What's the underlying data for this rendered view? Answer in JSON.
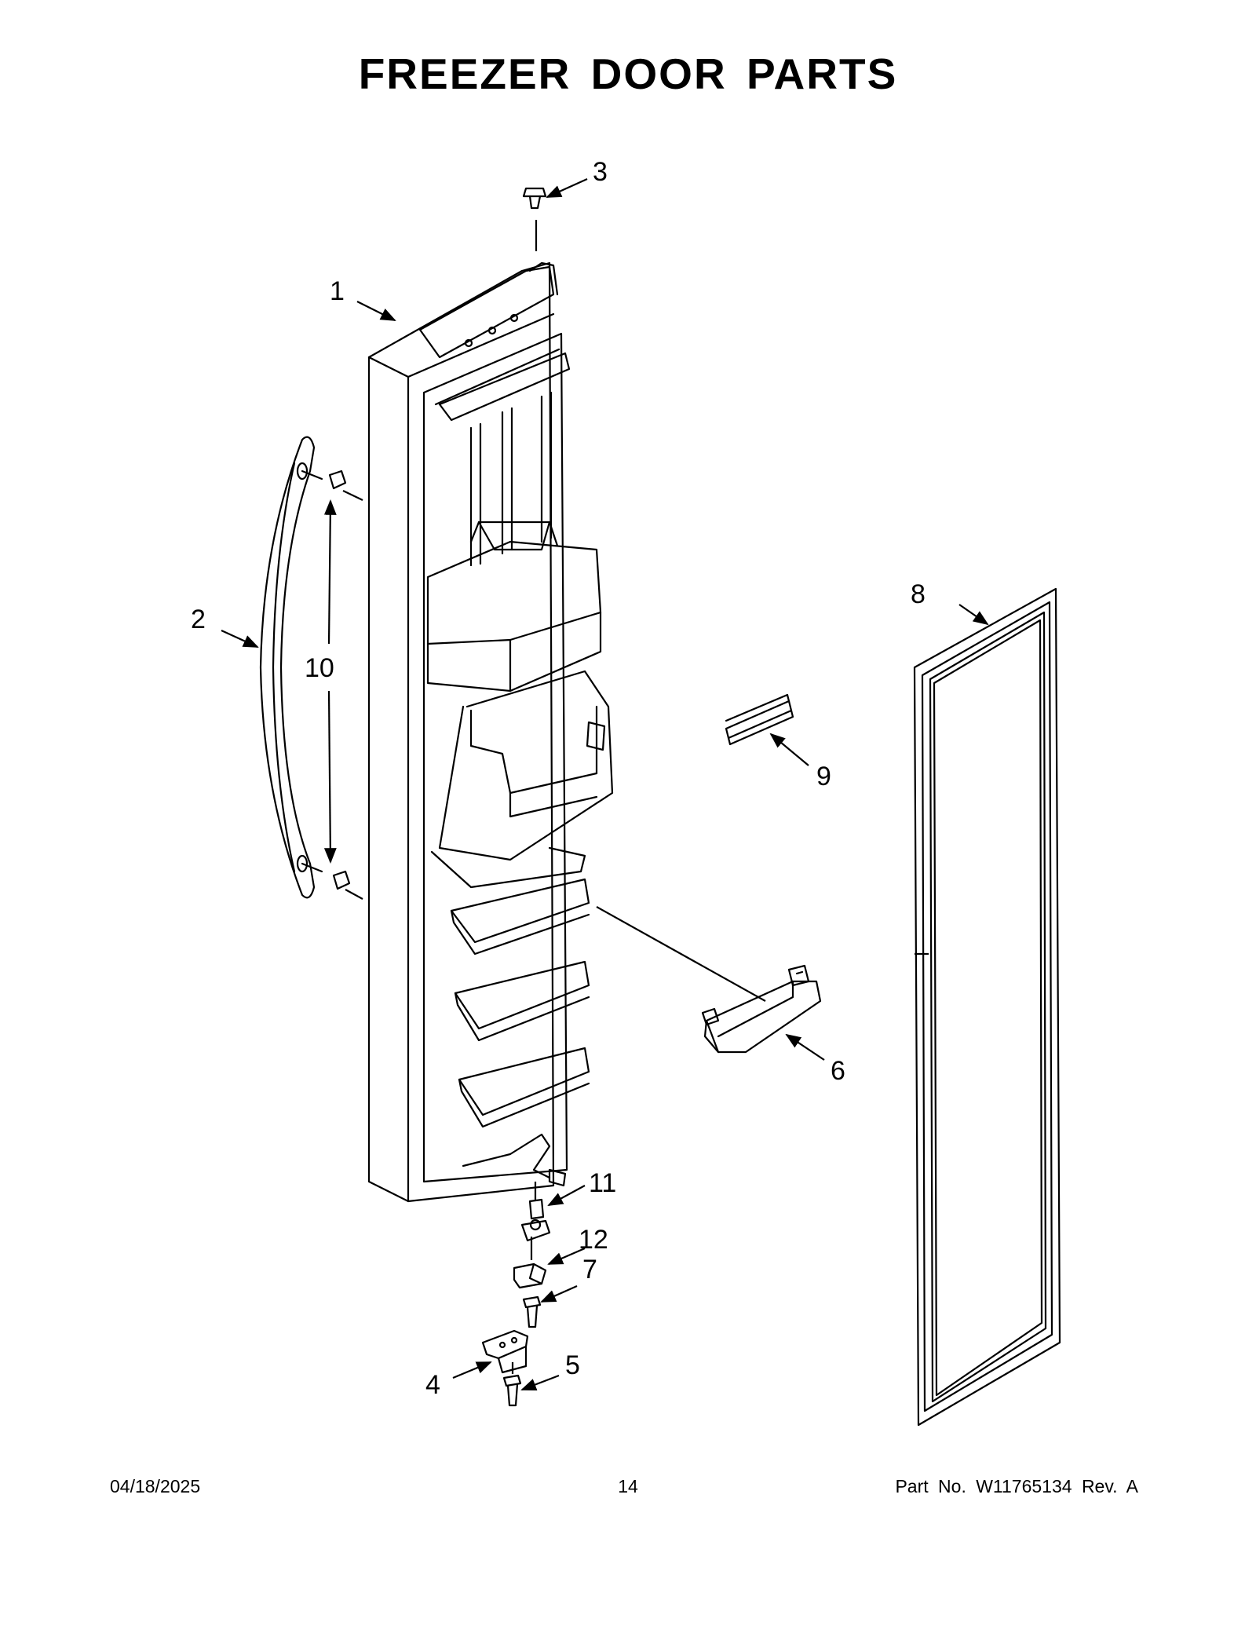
{
  "page": {
    "title": "FREEZER DOOR PARTS",
    "footer": {
      "date": "04/18/2025",
      "page_number": "14",
      "part_number": "Part No.  W11765134  Rev.  A"
    }
  },
  "callouts": [
    {
      "id": "1",
      "label": "1"
    },
    {
      "id": "2",
      "label": "2"
    },
    {
      "id": "3",
      "label": "3"
    },
    {
      "id": "4",
      "label": "4"
    },
    {
      "id": "5",
      "label": "5"
    },
    {
      "id": "6",
      "label": "6"
    },
    {
      "id": "7",
      "label": "7"
    },
    {
      "id": "8",
      "label": "8"
    },
    {
      "id": "9",
      "label": "9"
    },
    {
      "id": "10",
      "label": "10"
    },
    {
      "id": "11",
      "label": "11"
    },
    {
      "id": "12",
      "label": "12"
    }
  ]
}
